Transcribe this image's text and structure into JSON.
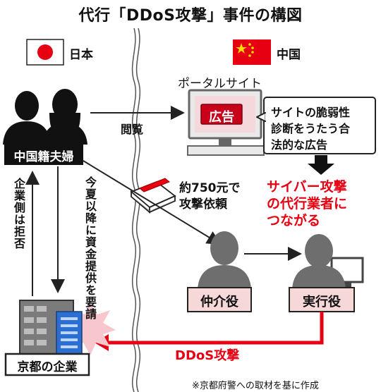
{
  "title": "代行「DDoS攻撃」事件の構図",
  "countries": {
    "left": "日本",
    "right": "中国"
  },
  "left_vertical": {
    "company_side": "企業側は拒否",
    "demand": "今夏以降に資金提供を要請"
  },
  "labels": {
    "couple": "中国籍夫婦",
    "browse": "閲覧",
    "portal": "ポータルサイト",
    "ad": "広告",
    "callout": [
      "サイトの脆弱性",
      "診断をうたう合",
      "法的な広告"
    ],
    "request": [
      "約750元で",
      "攻撃依頼"
    ],
    "warning": [
      "サイバー攻撃",
      "の代行業者に",
      "つながる"
    ],
    "broker": "仲介役",
    "executor": "実行役",
    "ddos": "DDoS攻撃",
    "company": "京都の企業",
    "source": "※京都府警への取材を基に作成"
  },
  "colors": {
    "accent_red": "#e60012",
    "box_pink": "#f7d8d8",
    "person_gray": "#6e6e6e"
  }
}
